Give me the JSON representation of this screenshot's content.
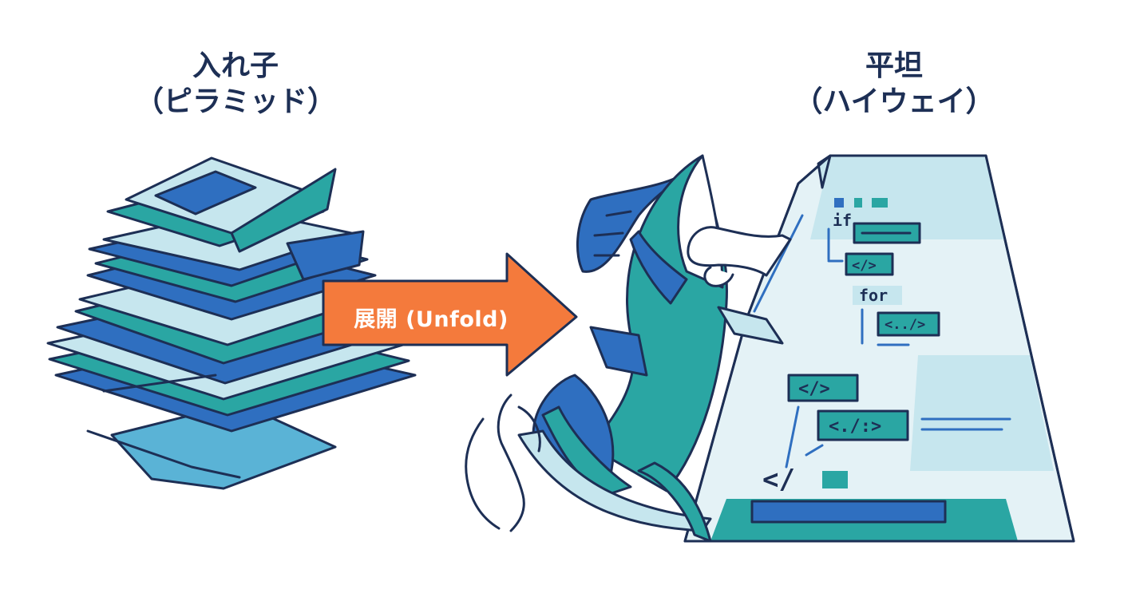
{
  "left_title": {
    "line1": "入れ子",
    "line2": "（ピラミッド）"
  },
  "right_title": {
    "line1": "平坦",
    "line2": "（ハイウェイ）"
  },
  "arrow": {
    "label": "展開 (Unfold)",
    "color": "#f47a3c"
  },
  "code": {
    "if_keyword": "if",
    "for_keyword": "for",
    "tag1": "</>",
    "tag2": "<../>",
    "tag3": "</>",
    "tag4": "<./:>",
    "closing": "</"
  },
  "colors": {
    "navy": "#1d2f55",
    "blue": "#2f6fc0",
    "teal": "#2aa6a3",
    "light": "#c6e6ee",
    "pale": "#e4f2f6"
  }
}
